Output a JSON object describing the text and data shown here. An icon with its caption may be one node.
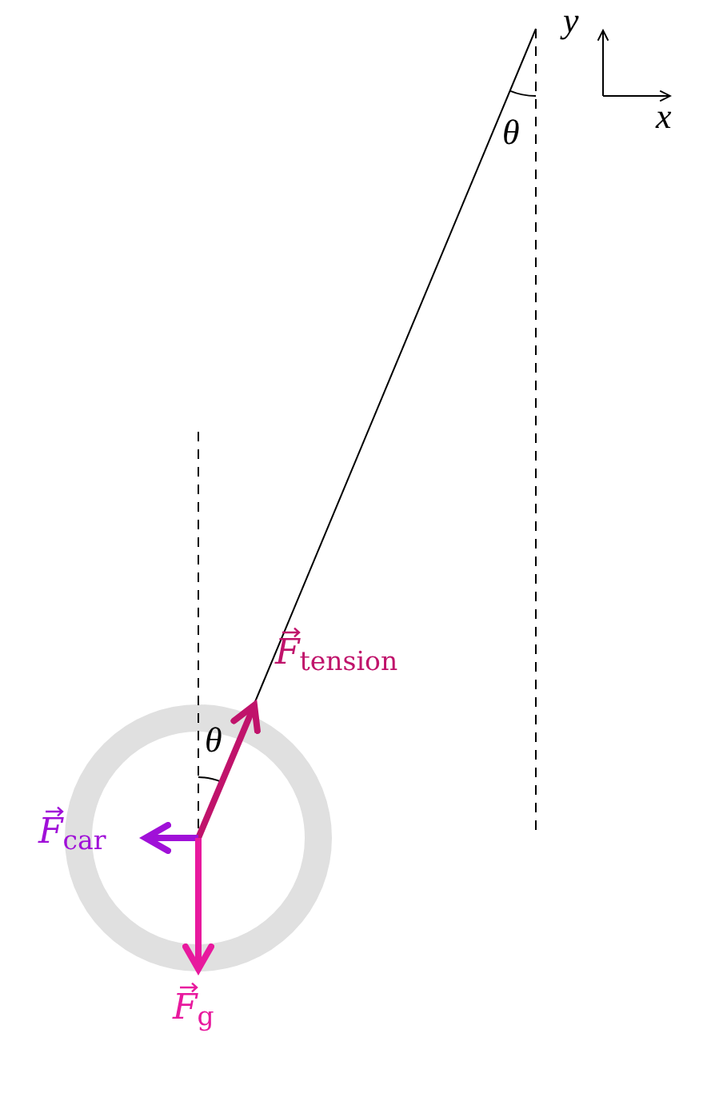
{
  "diagram": {
    "labels": [
      "y",
      "x",
      "θ",
      "*F*$_{tension}$",
      "θ",
      "*F*$_{car}$",
      "*F*$_{g}$"
    ]
  }
}
